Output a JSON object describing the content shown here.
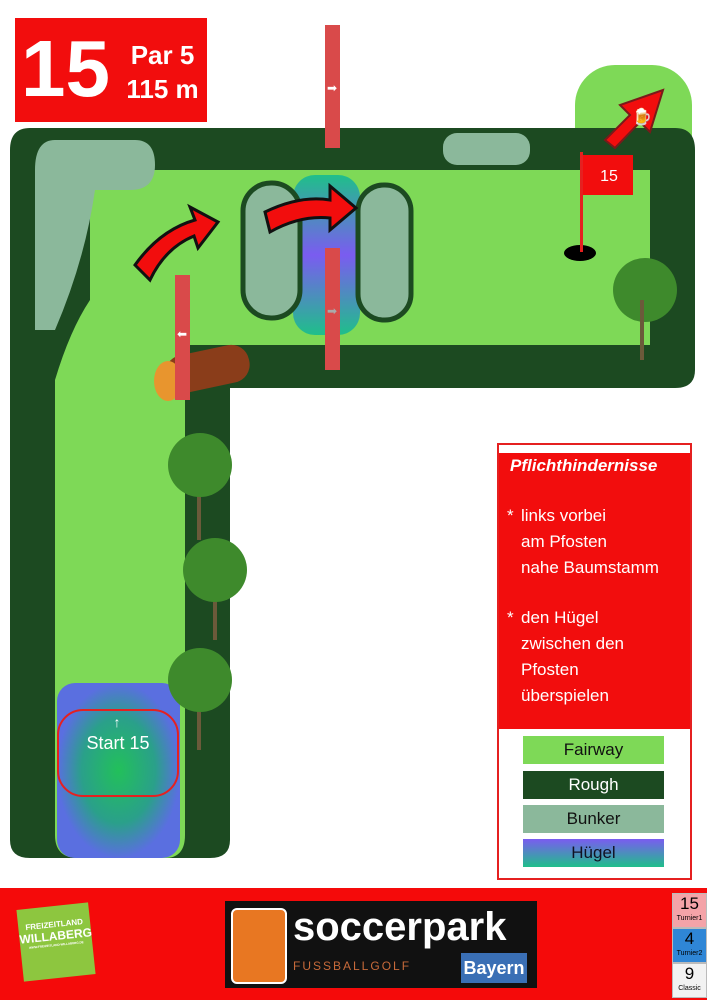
{
  "hole": {
    "number": "15",
    "par": "Par 5",
    "length": "115 m"
  },
  "course": {
    "flag_number": "15",
    "start_label": "Start 15",
    "start_arrow": "↑"
  },
  "rules": {
    "title": "Pflichthindernisse",
    "items": [
      {
        "star": "*",
        "text": "links vorbei\nam Pfosten\nnahe Baumstamm"
      },
      {
        "star": "*",
        "text": "den Hügel\nzwischen den\nPfosten\nüberspielen"
      }
    ]
  },
  "legend": [
    {
      "label": "Fairway",
      "color": "#7ed957"
    },
    {
      "label": "Rough",
      "color": "#1c4a21"
    },
    {
      "label": "Bunker",
      "color": "#8bb89b"
    },
    {
      "label": "Hügel",
      "color": "#7a5cf0"
    }
  ],
  "footer": {
    "logo_left": {
      "line1": "FREIZEITLAND",
      "line2": "WILLABERG",
      "url": "WWW.FREIZEITLAND-WILLABERG.DE"
    },
    "logo_center": {
      "name": "soccerpark",
      "sub": "FUSSBALLGOLF",
      "region": "Bayern"
    },
    "badges": [
      {
        "num": "15",
        "label": "Turnier1",
        "color": "#f4a3a8"
      },
      {
        "num": "4",
        "label": "Turnier2",
        "color": "#2f86d6"
      },
      {
        "num": "9",
        "label": "Classic",
        "color": "#f2f2f2"
      }
    ]
  }
}
